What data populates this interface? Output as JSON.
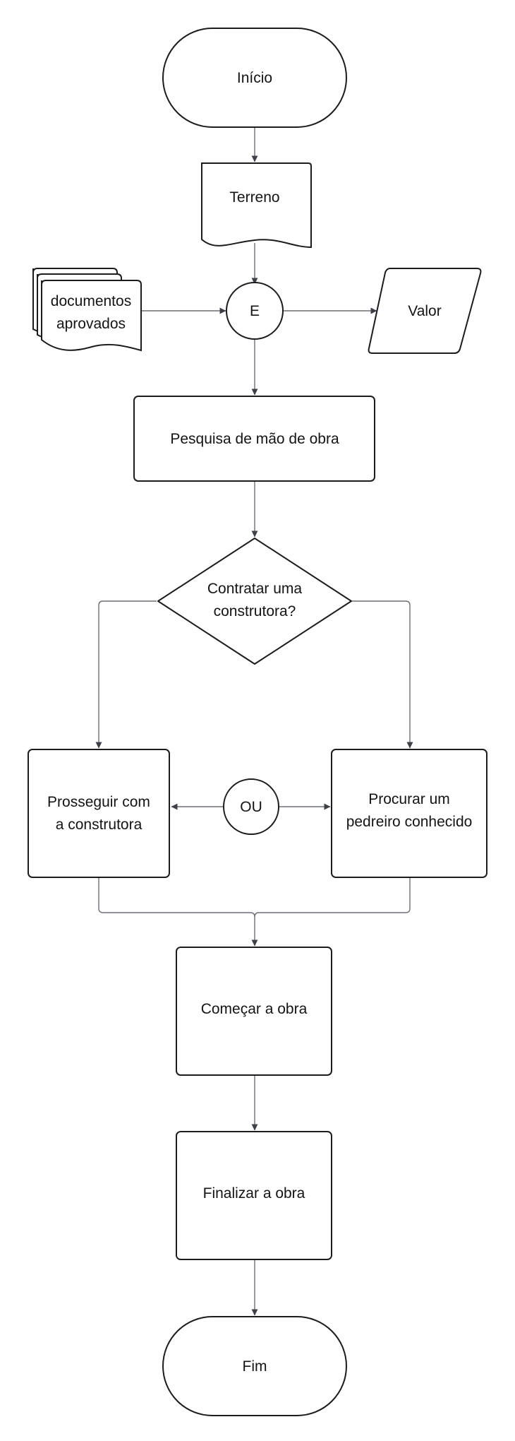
{
  "nodes": {
    "inicio": {
      "lines": [
        "Início"
      ]
    },
    "terreno": {
      "lines": [
        "Terreno"
      ]
    },
    "documentos": {
      "lines": [
        "documentos",
        "aprovados"
      ]
    },
    "e": {
      "lines": [
        "E"
      ]
    },
    "valor": {
      "lines": [
        "Valor"
      ]
    },
    "pesquisa": {
      "lines": [
        "Pesquisa de mão de obra"
      ]
    },
    "contratar": {
      "lines": [
        "Contratar uma",
        "construtora?"
      ]
    },
    "prosseguir": {
      "lines": [
        "Prosseguir com",
        "a construtora"
      ]
    },
    "ou": {
      "lines": [
        "OU"
      ]
    },
    "procurar": {
      "lines": [
        "Procurar um",
        "pedreiro conhecido"
      ]
    },
    "comecar": {
      "lines": [
        "Começar a obra"
      ]
    },
    "finalizar": {
      "lines": [
        "Finalizar a obra"
      ]
    },
    "fim": {
      "lines": [
        "Fim"
      ]
    }
  },
  "colors": {
    "stroke": "#1c1c1c",
    "edge": "#6b6f76",
    "fill": "#ffffff",
    "text": "#141414"
  }
}
